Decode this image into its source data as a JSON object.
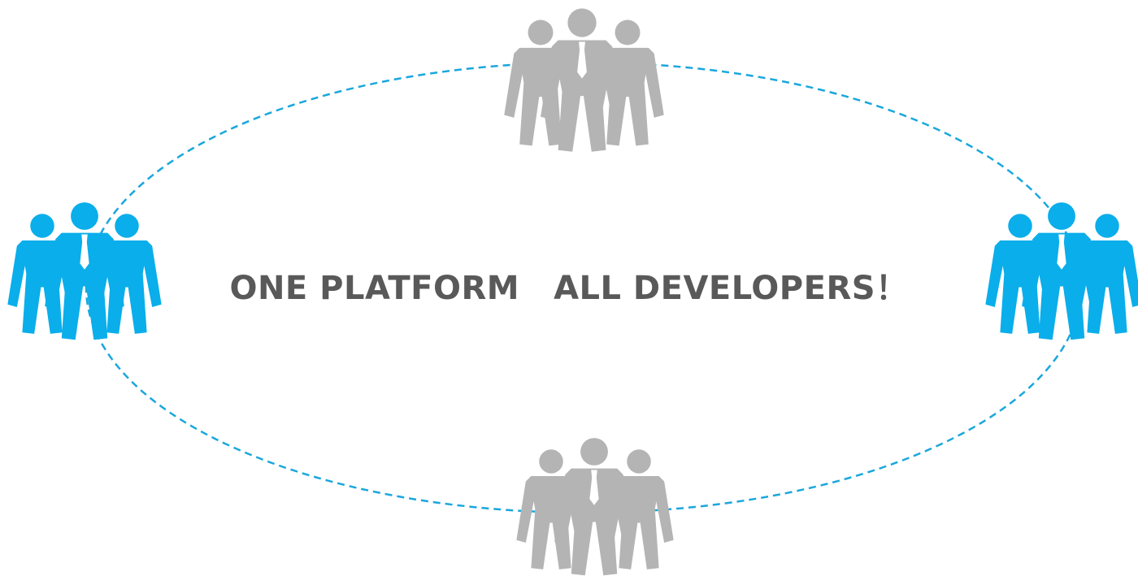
{
  "tagline": {
    "part1": "ONE PLATFORM",
    "part2": "ALL DEVELOPERS！"
  },
  "groups": [
    {
      "id": "top",
      "icon": "people-group-icon",
      "color": "#b4b4b4"
    },
    {
      "id": "left",
      "icon": "people-group-icon",
      "color": "#0aaeea"
    },
    {
      "id": "right",
      "icon": "people-group-icon",
      "color": "#0aaeea"
    },
    {
      "id": "bottom",
      "icon": "people-group-icon",
      "color": "#b4b4b4"
    }
  ],
  "ring": {
    "color": "#1aa7dc",
    "style": "dashed"
  }
}
